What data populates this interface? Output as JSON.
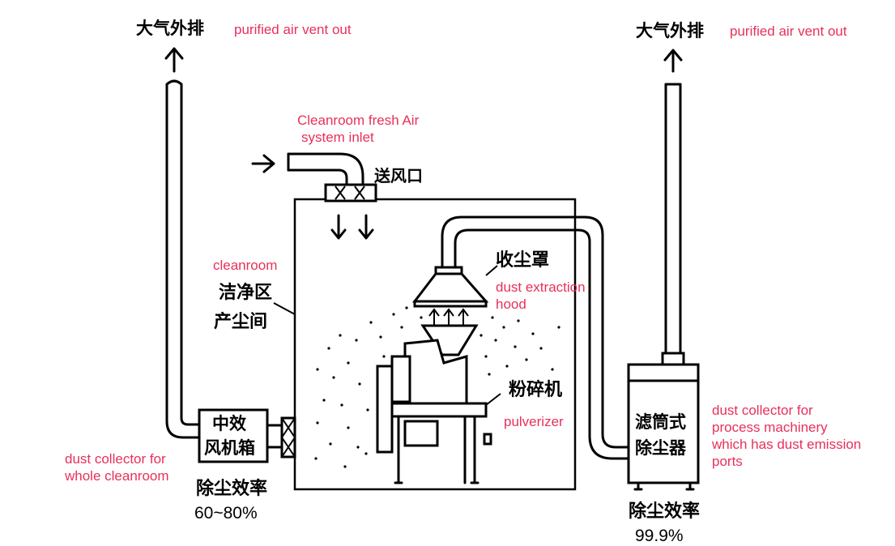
{
  "labels": {
    "vent_left_cn": "大气外排",
    "vent_left_en": "purified air vent out",
    "vent_right_cn": "大气外排",
    "vent_right_en": "purified air vent out",
    "fresh_air_en_1": "Cleanroom fresh Air",
    "fresh_air_en_2": "system inlet",
    "supply_outlet_cn": "送风口",
    "cleanroom_en": "cleanroom",
    "cleanroom_cn_1": "洁净区",
    "cleanroom_cn_2": "产尘间",
    "hood_cn": "收尘罩",
    "hood_en_1": "dust extraction",
    "hood_en_2": "hood",
    "pulverizer_cn": "粉碎机",
    "pulverizer_en": "pulverizer",
    "fan_box_cn_1": "中效",
    "fan_box_cn_2": "风机箱",
    "whole_collector_en_1": "dust collector for",
    "whole_collector_en_2": "whole cleanroom",
    "efficiency_left_cn": "除尘效率",
    "efficiency_left_value": "60~80%",
    "cartridge_cn_1": "滤筒式",
    "cartridge_cn_2": "除尘器",
    "process_collector_en_1": "dust collector for",
    "process_collector_en_2": "process machinery",
    "process_collector_en_3": "which has dust emission",
    "process_collector_en_4": "ports",
    "efficiency_right_cn": "除尘效率",
    "efficiency_right_value": "99.9%"
  },
  "colors": {
    "annotation": "#e8305a",
    "line": "#000000"
  }
}
